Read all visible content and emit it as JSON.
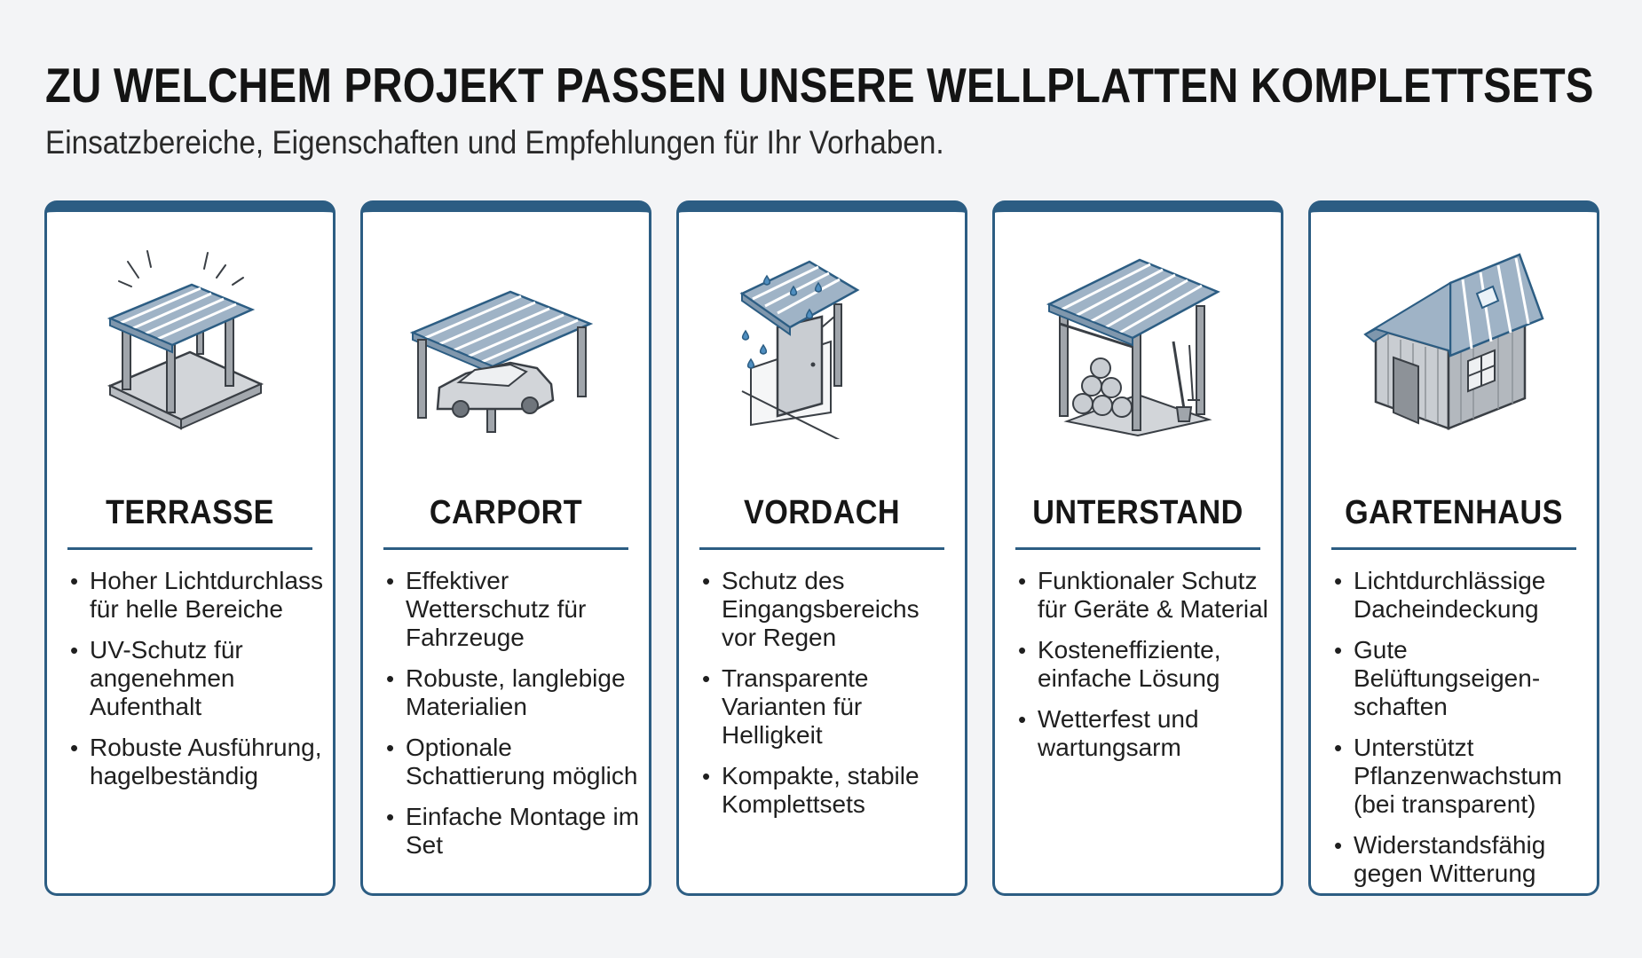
{
  "header": {
    "title": "ZU WELCHEM PROJEKT PASSEN UNSERE WELLPLATTEN KOMPLETTSETS",
    "subtitle": "Einsatzbereiche, Eigenschaften und Empfehlungen für Ihr Vorhaben."
  },
  "colors": {
    "accent": "#2c5d83",
    "roof": "#9fb3c6",
    "structure": "#8a8f96"
  },
  "cards": [
    {
      "title": "TERRASSE",
      "icon": "terrace-pergola-icon",
      "features": [
        "Hoher Lichtdurchlass für helle Bereiche",
        "UV-Schutz für angenehmen Aufenthalt",
        "Robuste Ausführung, hagelbeständig"
      ]
    },
    {
      "title": "CARPORT",
      "icon": "carport-car-icon",
      "features": [
        "Effektiver Wetterschutz für Fahrzeuge",
        "Robuste, langlebige Materialien",
        "Optionale Schattierung möglich",
        "Einfache Montage im Set"
      ]
    },
    {
      "title": "VORDACH",
      "icon": "canopy-rain-door-icon",
      "features": [
        "Schutz des Eingangsbereichs vor Regen",
        "Transparente Varianten für Helligkeit",
        "Kompakte, stabile Komplettsets"
      ]
    },
    {
      "title": "UNTERSTAND",
      "icon": "shelter-firewood-icon",
      "features": [
        "Funktionaler Schutz für Geräte & Material",
        "Kosteneffiziente, einfache Lösung",
        "Wetterfest und wartungsarm"
      ]
    },
    {
      "title": "GARTENHAUS",
      "icon": "garden-house-icon",
      "features": [
        "Lichtdurchlässige Dacheindeckung",
        "Gute Belüftungseigen-schaften",
        "Unterstützt Pflanzenwachstum (bei transparent)",
        "Widerstandsfähig gegen Witterung"
      ]
    }
  ]
}
